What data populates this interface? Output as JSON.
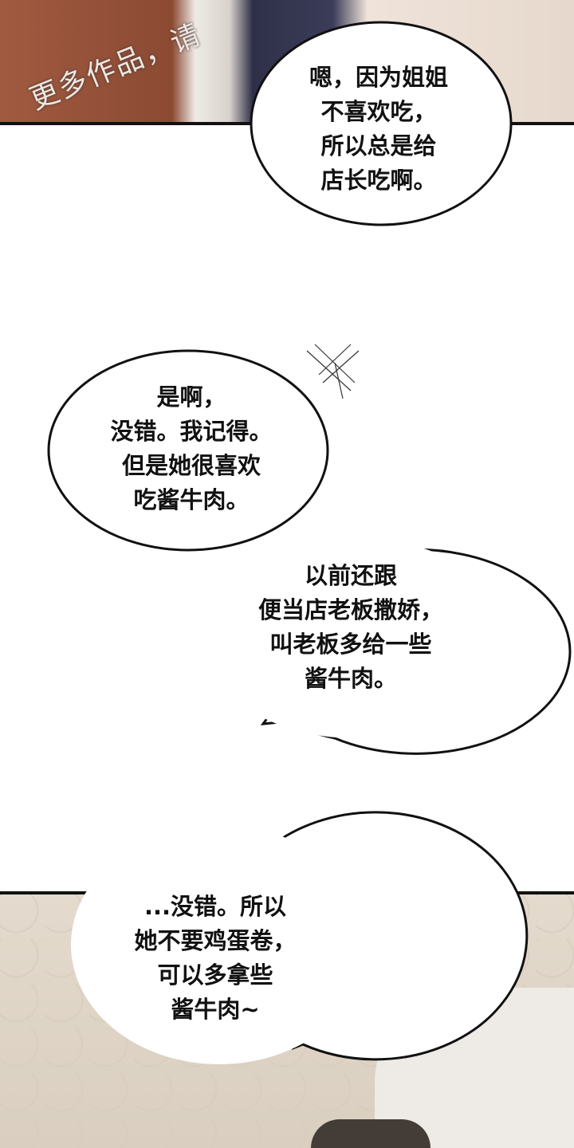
{
  "watermark": "更多作品，请",
  "bubbles": [
    {
      "lines": [
        "嗯，因为姐姐",
        "不喜欢吃，",
        "所以总是给",
        "店长吃啊。"
      ]
    },
    {
      "lines": [
        "是啊，",
        "没错。我记得。",
        "但是她很喜欢",
        "吃酱牛肉。"
      ]
    },
    {
      "lines": [
        "以前还跟",
        "便当店老板撒娇，",
        "叫老板多给一些",
        "酱牛肉。"
      ]
    },
    {
      "lines": [
        "...没错。所以",
        "她不要鸡蛋卷，",
        "可以多拿些",
        "酱牛肉~"
      ]
    }
  ]
}
